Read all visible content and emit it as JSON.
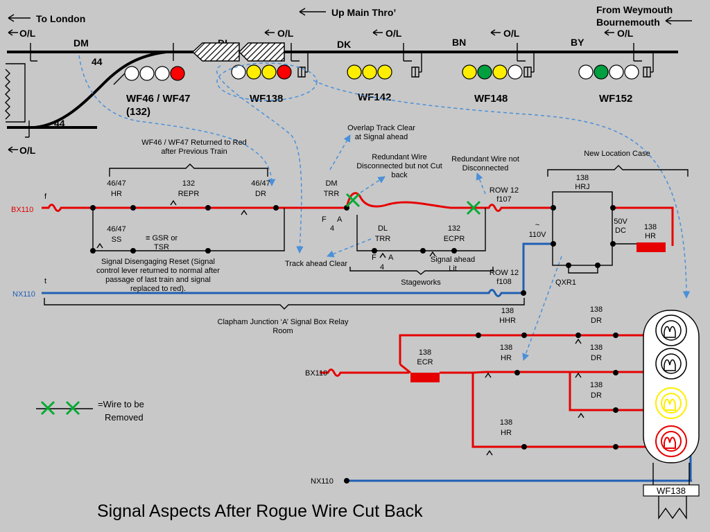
{
  "directions": {
    "to_london": "To London",
    "up_main_thro": "Up Main Thro’",
    "from_weymouth": "From Weymouth",
    "bournemouth": "Bournemouth",
    "ol": "O/L"
  },
  "track_sections": {
    "dm": "DM",
    "dl": "DL",
    "dk": "DK",
    "bn": "BN",
    "by": "BY",
    "points_upper": "44",
    "points_lower": "44"
  },
  "signals": {
    "wf46_47_line1": "WF46 / WF47",
    "wf46_47_line2": "(132)",
    "wf138": "WF138",
    "wf142": "WF142",
    "wf148": "WF148",
    "wf152": "WF152"
  },
  "annotations": {
    "overlap_l1": "Overlap Track Clear",
    "overlap_l2": "at Signal ahead",
    "returned_l1": "WF46 / WF47 Returned to Red",
    "returned_l2": "after Previous Train",
    "redundant_cut_l1": "Redundant Wire",
    "redundant_cut_l2": "Disconnected but not Cut",
    "redundant_cut_l3": "back",
    "redundant_not_l1": "Redundant Wire not",
    "redundant_not_l2": "Disconnected",
    "new_location_case": "New Location Case",
    "track_ahead_clear": "Track ahead Clear",
    "signal_ahead_l1": "Signal ahead",
    "signal_ahead_l2": "Lit",
    "sdr_l1": "Signal Disengaging Reset (Signal",
    "sdr_l2": "control lever returned to normal after",
    "sdr_l3": "passage of last train and signal",
    "sdr_l4": "replaced to red).",
    "stageworks": "Stageworks",
    "relay_room_l1": "Clapham Junction ‘A’ Signal Box Relay",
    "relay_room_l2": "Room"
  },
  "relays": {
    "hr4647_a": "46/47",
    "hr4647_b": "HR",
    "repr_a": "132",
    "repr_b": "REPR",
    "dr4647_a": "46/47",
    "dr4647_b": "DR",
    "ss_a": "46/47",
    "ss_b": "SS",
    "gsr_l1": "≡ GSR or",
    "gsr_l2": "TSR",
    "dmtrr_a": "DM",
    "dmtrr_b": "TRR",
    "dltrr_a": "DL",
    "dltrr_b": "TRR",
    "f": "F",
    "a": "A",
    "n4": "4",
    "ecpr_a": "132",
    "ecpr_b": "ECPR",
    "hrj_a": "138",
    "hrj_b": "HRJ",
    "hr_case_a": "138",
    "hr_case_b": "HR",
    "dc50": "50V",
    "dc": "DC",
    "ac_tilde": "~",
    "ac110": "110V",
    "qxr1": "QXR1",
    "hhr_a": "138",
    "hhr_b": "HHR",
    "dr1_a": "138",
    "dr1_b": "DR",
    "hr2_a": "138",
    "hr2_b": "HR",
    "dr2_a": "138",
    "dr2_b": "DR",
    "ecr_a": "138",
    "ecr_b": "ECR",
    "dr3_a": "138",
    "dr3_b": "DR",
    "hr3_a": "138",
    "hr3_b": "HR"
  },
  "wiring": {
    "bx110": "BX110",
    "nx110": "NX110",
    "f": "f",
    "t": "t",
    "row12_a": "ROW 12",
    "f107": "f107",
    "row12_b": "ROW 12",
    "f108": "f108",
    "bx110_lower": "BX110",
    "nx110_lower": "NX110"
  },
  "legend": {
    "line1": "=Wire to be",
    "line2": "Removed"
  },
  "head_label": "WF138",
  "title": "Signal Aspects After Rogue Wire Cut Back",
  "colors": {
    "red_wire": "#e60000",
    "blue_wire": "#1f5fb4",
    "annotation": "#4a90d9",
    "lamp_red": "#ff0000",
    "lamp_yellow": "#ffee00",
    "lamp_green": "#00a040",
    "cross": "#00aa33"
  },
  "aspects": {
    "wf46_47": [
      "off",
      "off",
      "off",
      "red"
    ],
    "wf138": [
      "off",
      "yellow",
      "yellow",
      "red"
    ],
    "wf142": [
      "yellow",
      "yellow",
      "yellow"
    ],
    "wf148": [
      "yellow",
      "green",
      "yellow",
      "off"
    ],
    "wf152": [
      "off",
      "green",
      "off",
      "off"
    ]
  }
}
